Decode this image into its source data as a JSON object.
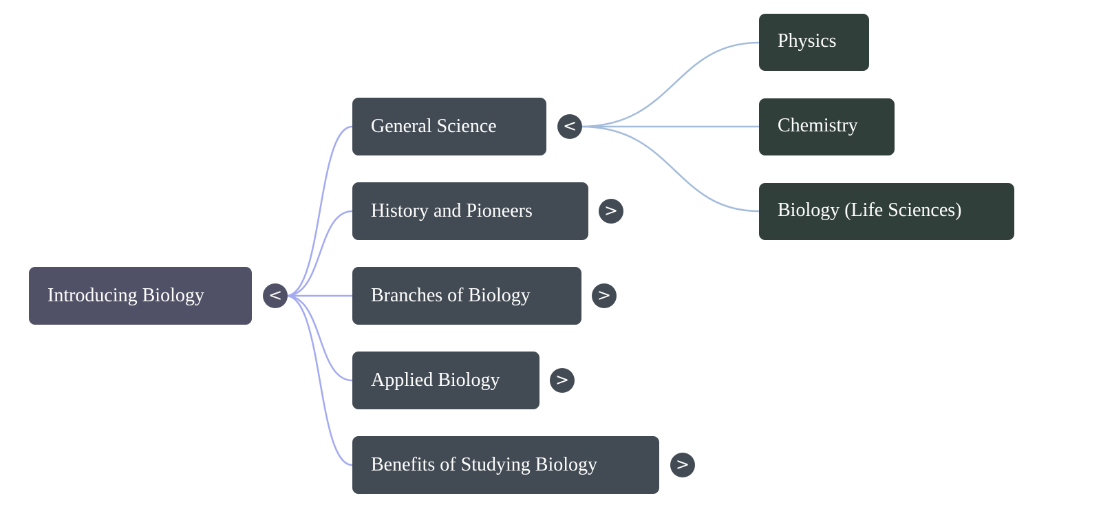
{
  "root": {
    "label": "Introducing Biology",
    "toggle": "<"
  },
  "children": [
    {
      "label": "General Science",
      "toggle": "<"
    },
    {
      "label": "History and Pioneers",
      "toggle": ">"
    },
    {
      "label": "Branches of Biology",
      "toggle": ">"
    },
    {
      "label": "Applied Biology",
      "toggle": ">"
    },
    {
      "label": "Benefits of Studying Biology",
      "toggle": ">"
    }
  ],
  "general_science_children": [
    {
      "label": "Physics"
    },
    {
      "label": "Chemistry"
    },
    {
      "label": "Biology (Life Sciences)"
    }
  ],
  "colors": {
    "root": "#505066",
    "level1": "#424a53",
    "level2": "#313f3b",
    "edge_root": "#a3aaf2",
    "edge_level1": "#a4bcdc"
  }
}
